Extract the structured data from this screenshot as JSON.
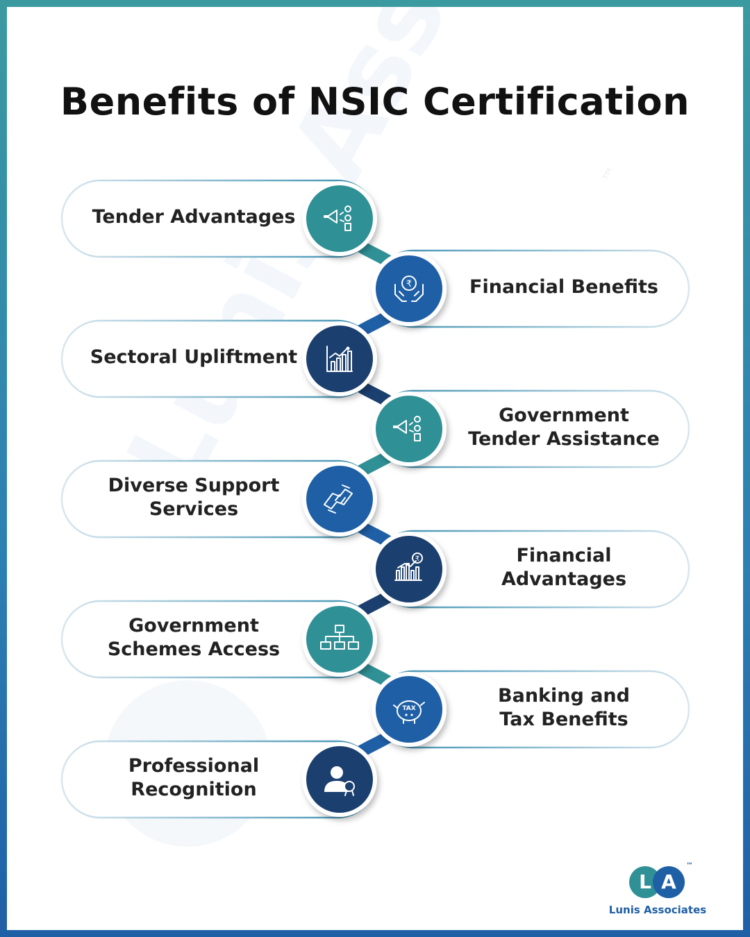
{
  "title": "Benefits of NSIC Certification",
  "items": [
    {
      "label": "Tender Advantages",
      "side": "left",
      "icon": "megaphone-gear-icon",
      "color": "#2f9096"
    },
    {
      "label": "Financial Benefits",
      "side": "right",
      "icon": "hands-rupee-coin-icon",
      "color": "#1f5fa6"
    },
    {
      "label": "Sectoral Upliftment",
      "side": "left",
      "icon": "growth-chart-icon",
      "color": "#1b3f6e"
    },
    {
      "label": "Government\nTender Assistance",
      "side": "right",
      "icon": "megaphone-gear-icon",
      "color": "#2f9096"
    },
    {
      "label": "Diverse Support\nServices",
      "side": "left",
      "icon": "teamwork-hands-icon",
      "color": "#1f5fa6"
    },
    {
      "label": "Financial\nAdvantages",
      "side": "right",
      "icon": "rupee-bar-chart-icon",
      "color": "#1b3f6e"
    },
    {
      "label": "Government\nSchemes Access",
      "side": "left",
      "icon": "hierarchy-icon",
      "color": "#2f9096"
    },
    {
      "label": "Banking and\nTax Benefits",
      "side": "right",
      "icon": "tax-piggy-bank-icon",
      "color": "#1f5fa6"
    },
    {
      "label": "Professional\nRecognition",
      "side": "left",
      "icon": "award-person-icon",
      "color": "#1b3f6e"
    }
  ],
  "watermark": {
    "text": "Lunis Associates",
    "tm": "™"
  },
  "logo": {
    "letter_l": "L",
    "letter_a": "A",
    "tm": "™",
    "name": "Lunis Associates"
  }
}
